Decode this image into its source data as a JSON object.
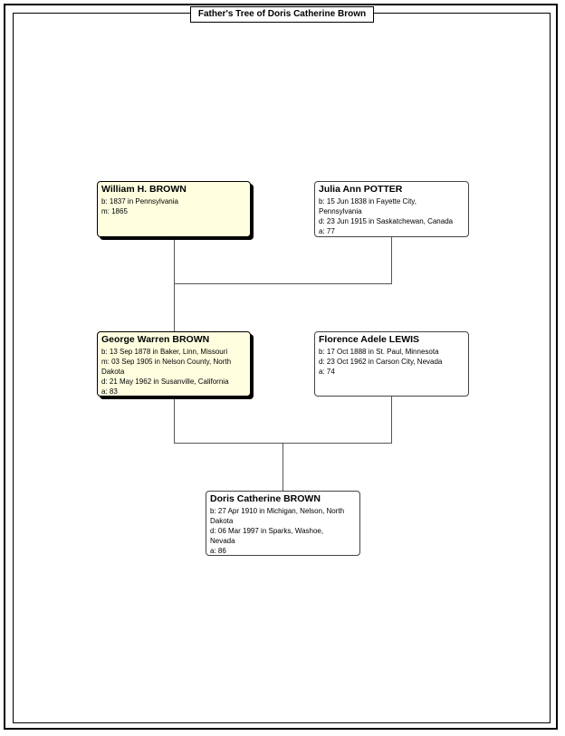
{
  "title": "Father's Tree of Doris Catherine Brown",
  "people": {
    "william": {
      "name": "William H. BROWN",
      "lines": [
        "b: 1837 in Pennsylvania",
        "m: 1865"
      ]
    },
    "julia": {
      "name": "Julia Ann POTTER",
      "lines": [
        "b: 15 Jun 1838 in Fayette City,",
        "Pennsylvania",
        "d: 23 Jun 1915 in Saskatchewan, Canada",
        "a: 77"
      ]
    },
    "george": {
      "name": "George Warren BROWN",
      "lines": [
        "b: 13 Sep 1878 in Baker, Linn, Missouri",
        "m: 03 Sep 1905 in Nelson County, North",
        "Dakota",
        "d: 21 May 1962 in Susanville, California",
        "a: 83"
      ]
    },
    "florence": {
      "name": "Florence Adele LEWIS",
      "lines": [
        "b: 17 Oct 1888 in St. Paul, Minnesota",
        "d: 23 Oct 1962 in Carson City, Nevada",
        "a: 74"
      ]
    },
    "doris": {
      "name": "Doris Catherine BROWN",
      "lines": [
        "b: 27 Apr 1910 in Michigan, Nelson, North",
        "Dakota",
        "d: 06 Mar 1997 in Sparks, Washoe,",
        "Nevada",
        "a: 86"
      ]
    }
  }
}
